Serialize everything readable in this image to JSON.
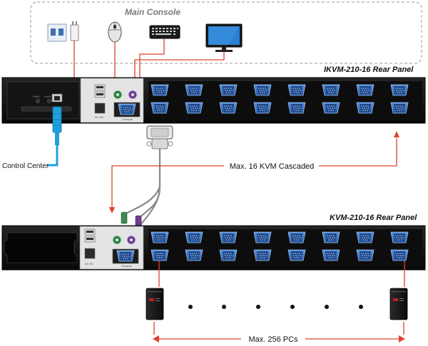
{
  "main_console": {
    "title": "Main Console"
  },
  "top_panel": {
    "title": "IKVM-210-16 Rear Panel",
    "port_labels": [
      "Port1",
      "Port2"
    ],
    "dc_label": "DC 5V",
    "console_label": "Console"
  },
  "bottom_panel": {
    "title": "KVM-210-16 Rear Panel",
    "dc_label": "DC 5V",
    "console_label": "Console"
  },
  "labels": {
    "control_center": "Control Center",
    "cascade": "Max. 16 KVM Cascaded",
    "pcs": "Max. 256 PCs"
  },
  "colors": {
    "link_red": "#e0402a",
    "lan_blue": "#1fa0dc",
    "panel_dark": "#111111",
    "vga_blue": "#3a74c4"
  }
}
